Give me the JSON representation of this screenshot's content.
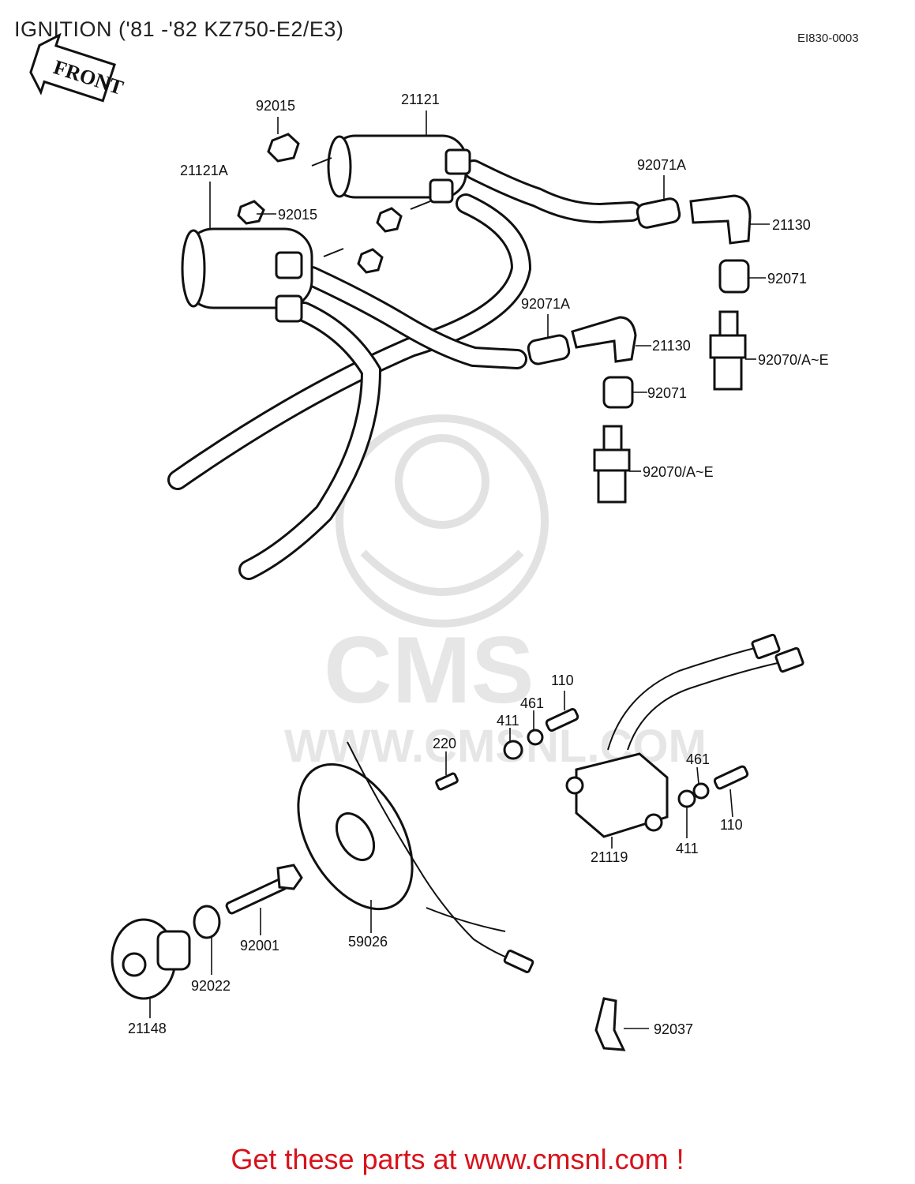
{
  "title": "IGNITION ('81 -'82 KZ750-E2/E3)",
  "diagram_code": "EI830-0003",
  "front_label": "FRONT",
  "watermark": {
    "brand": "CMS",
    "url": "WWW.CMSNL.COM"
  },
  "footer": "Get these parts at www.cmsnl.com !",
  "part_labels": [
    "92015",
    "21121",
    "21121A",
    "92015",
    "92071A",
    "21130",
    "92071",
    "92071A",
    "21130",
    "92070/A~E",
    "92071",
    "92070/A~E",
    "110",
    "461",
    "411",
    "220",
    "461",
    "110",
    "411",
    "21119",
    "92001",
    "59026",
    "92022",
    "21148",
    "92037"
  ]
}
